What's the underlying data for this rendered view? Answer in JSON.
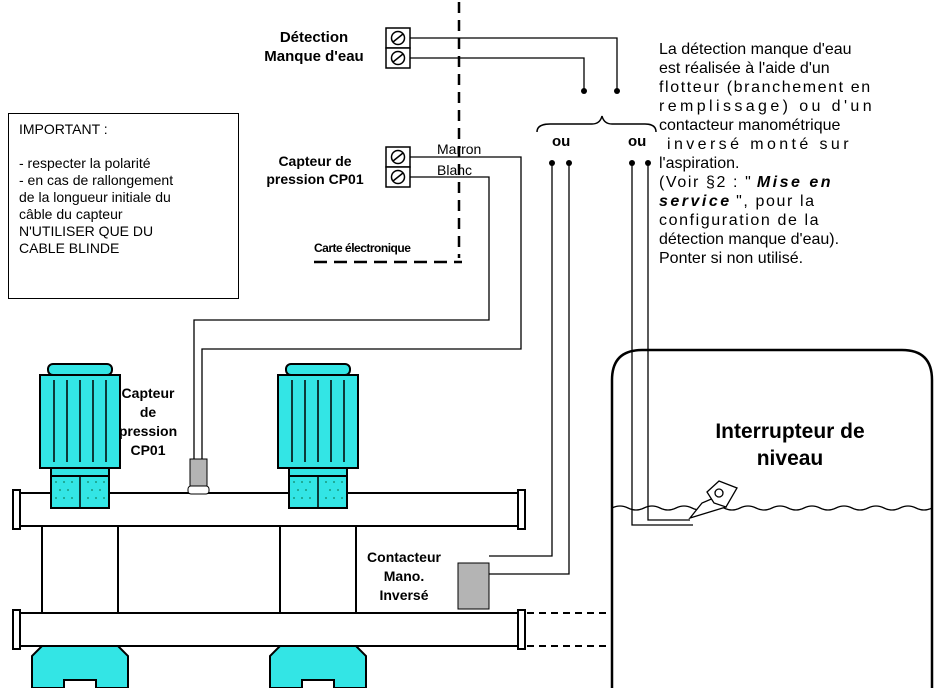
{
  "detection": {
    "line1": "Détection",
    "line2": "Manque d'eau"
  },
  "important": {
    "title": "IMPORTANT :",
    "lines": [
      "- respecter la polarité",
      "- en cas de rallongement",
      "de la longueur initiale du",
      "câble du capteur",
      "N'UTILISER QUE DU",
      "CABLE BLINDE"
    ]
  },
  "capteur_board": {
    "line1": "Capteur de",
    "line2": "pression CP01"
  },
  "wires": {
    "marron": "Marron",
    "blanc": "Blanc"
  },
  "carte": "Carte électronique",
  "ou_left": "ou",
  "ou_right": "ou",
  "description": {
    "lines": [
      "La détection manque d'eau",
      "est réalisée à l'aide d'un",
      "flotteur (branchement en",
      "remplissage) ou d'un",
      "contacteur manométrique",
      "inversé monté sur",
      "l'aspiration."
    ],
    "voir_prefix": "(Voir §2 : \"",
    "mise_en": "Mise en",
    "service": "service",
    "pour_la": "\", pour la",
    "rest": [
      "configuration de la",
      "détection manque d'eau).",
      "Ponter si non utilisé."
    ]
  },
  "capteur_pump": {
    "line1": "Capteur",
    "line2": "de",
    "line3": "pression",
    "line4": "CP01"
  },
  "contacteur": {
    "line1": "Contacteur",
    "line2": "Mano.",
    "line3": "Inversé"
  },
  "interrupteur": {
    "line1": "Interrupteur de",
    "line2": "niveau"
  },
  "colors": {
    "motor": "#33e5e5",
    "stroke": "#000000",
    "sensor": "#b4b4b4"
  }
}
